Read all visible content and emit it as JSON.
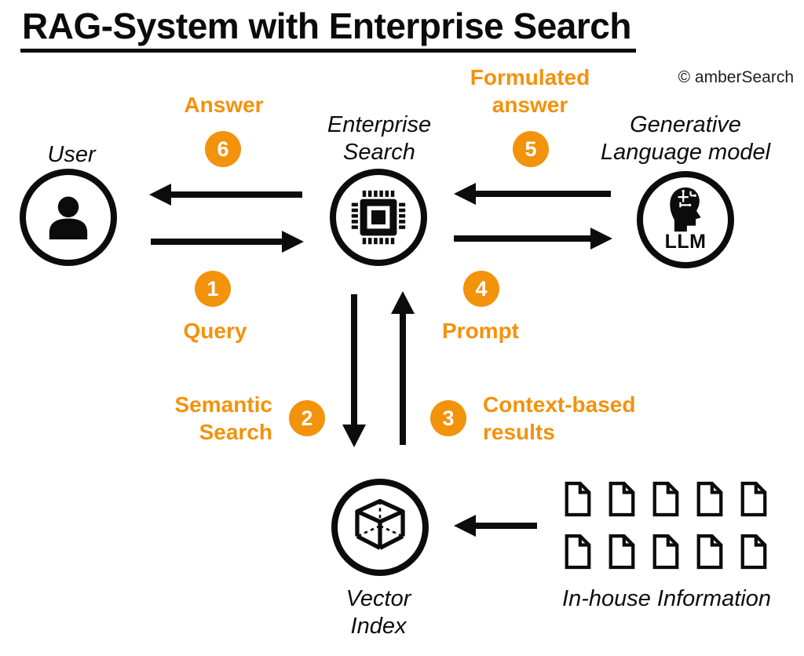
{
  "title": "RAG-System with Enterprise Search",
  "copyright": "© amberSearch",
  "colors": {
    "accent": "#F3920B",
    "ink": "#0c0c0c"
  },
  "entities": {
    "user": {
      "label": "User",
      "icon": "person-icon"
    },
    "enterprise_search": {
      "line1": "Enterprise",
      "line2": "Search",
      "icon": "chip-icon"
    },
    "llm": {
      "line1": "Generative",
      "line2": "Language model",
      "badge": "LLM",
      "icon": "ai-head-icon"
    },
    "vector_index": {
      "line1": "Vector",
      "line2": "Index",
      "icon": "cube-icon"
    },
    "inhouse_information": {
      "label": "In-house Information",
      "icon": "document-icon",
      "document_count": 10
    }
  },
  "steps": {
    "query": {
      "num": "1",
      "label": "Query",
      "from": "User",
      "to": "Enterprise Search"
    },
    "semantic_search": {
      "num": "2",
      "line1": "Semantic",
      "line2": "Search",
      "from": "Enterprise Search",
      "to": "Vector Index"
    },
    "context_results": {
      "num": "3",
      "line1": "Context-based",
      "line2": "results",
      "from": "Vector Index",
      "to": "Enterprise Search"
    },
    "prompt": {
      "num": "4",
      "label": "Prompt",
      "from": "Enterprise Search",
      "to": "Generative Language model"
    },
    "formulated_answer": {
      "num": "5",
      "line1": "Formulated",
      "line2": "answer",
      "from": "Generative Language model",
      "to": "Enterprise Search"
    },
    "answer": {
      "num": "6",
      "label": "Answer",
      "from": "Enterprise Search",
      "to": "User"
    },
    "ingest": {
      "from": "In-house Information",
      "to": "Vector Index"
    }
  }
}
